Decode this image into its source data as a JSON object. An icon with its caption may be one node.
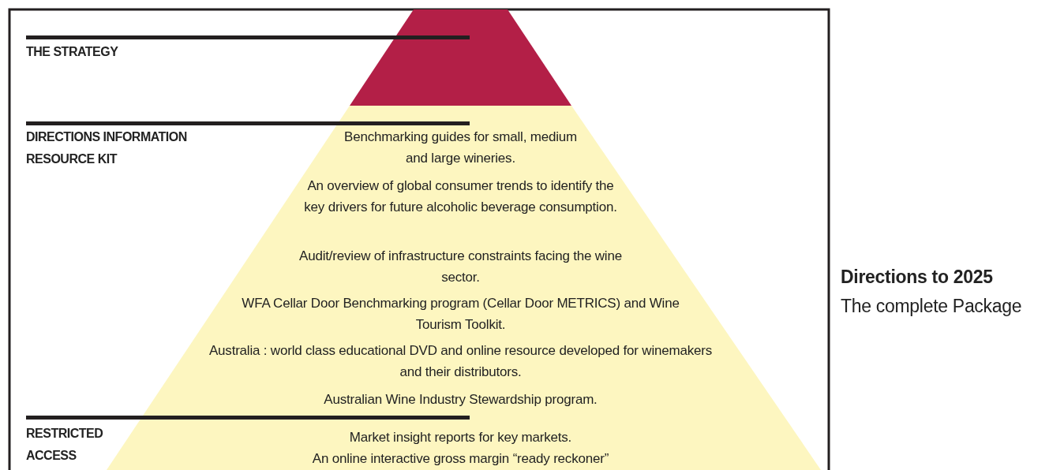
{
  "diagram": {
    "nodes": [
      {
        "text": [],
        "shape": "triangle"
      },
      {
        "text": [
          "Benchmarking guides for small, medium and large wineries.",
          "An overview of global consumer trends to identify the key drivers for future alcoholic beverage consumption.",
          "Audit/review of infrastructure constraints facing the wine sector.",
          "WFA Cellar Door Benchmarking program (Cellar Door METRICS) and Wine Tourism Toolkit.",
          "Australia : world class educational DVD and online resource developed for winemakers and their distributors.",
          "Australian Wine Industry Stewardship program.",
          "Market insight reports for key markets.",
          "An online interactive gross margin “ready reckoner”"
        ]
      }
    ],
    "labels": [
      "THE STRATEGY",
      "DIRECTIONS INFORMATION RESOURCE KIT",
      "RESTRICTED ACCESS",
      "Directions to 2025",
      "The complete Package"
    ]
  }
}
